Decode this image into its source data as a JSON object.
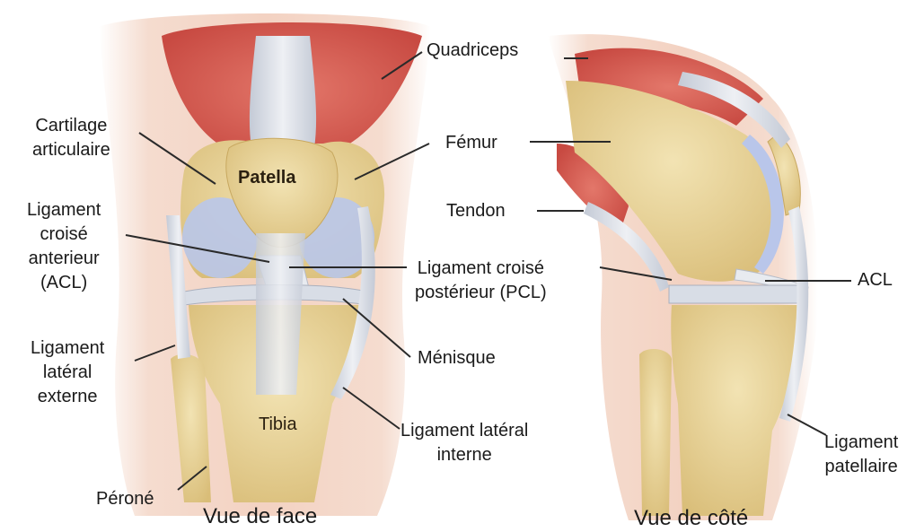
{
  "labels": {
    "quadriceps": "Quadriceps",
    "cartilage": "Cartilage\narticulaire",
    "patella": "Patella",
    "femur": "Fémur",
    "tendon": "Tendon",
    "acl_front": "Ligament\ncroisé\nanterieur\n(ACL)",
    "pcl": "Ligament croisé\npostérieur (PCL)",
    "acl_side": "ACL",
    "lateral_ext": "Ligament\nlatéral\nexterne",
    "menisque": "Ménisque",
    "tibia": "Tibia",
    "lateral_int": "Ligament latéral\ninterne",
    "patellar_lig": "Ligament\npatellaire",
    "perone": "Péroné"
  },
  "captions": {
    "front": "Vue de face",
    "side": "Vue de côté"
  },
  "colors": {
    "skin": "#f3d2c2",
    "muscle": "#d9584f",
    "bone": "#e9d59a",
    "ligament": "#d8dde6",
    "cartilage": "#b9c6ea",
    "leader": "#2a2a2a"
  }
}
